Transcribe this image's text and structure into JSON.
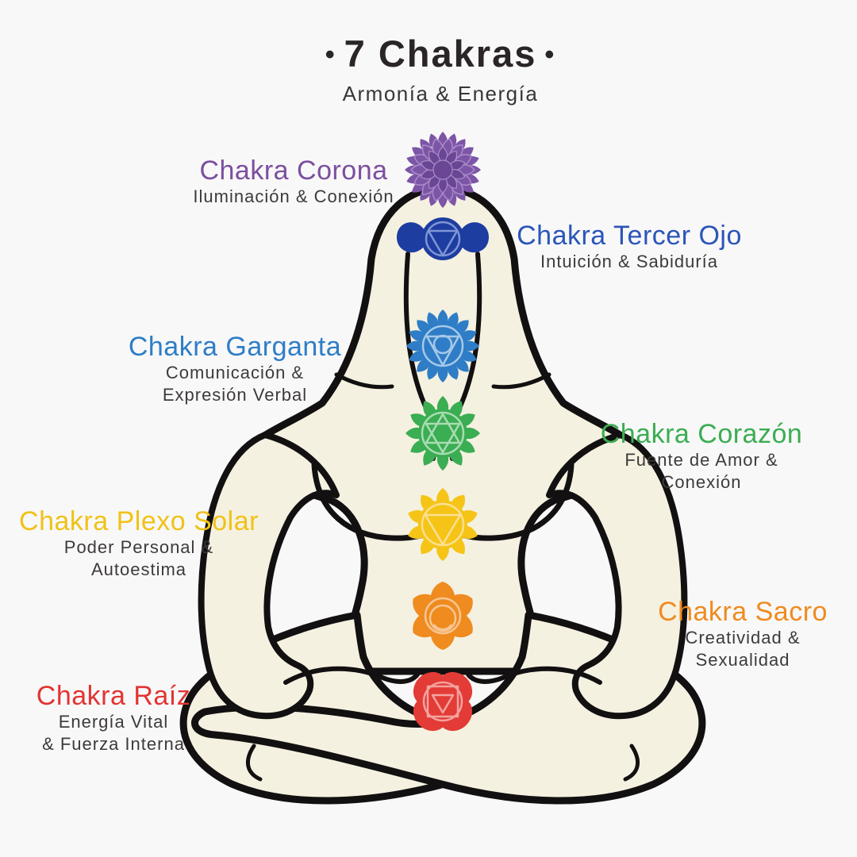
{
  "title": {
    "bullet": "•",
    "text": "7 Chakras",
    "subtitle": "Armonía & Energía",
    "color": "#2a2526"
  },
  "figure": {
    "body_fill": "#f5f1e1",
    "line_color": "#121010",
    "background": "#f8f8f8"
  },
  "chakras": [
    {
      "id": "corona",
      "name": "Chakra Corona",
      "desc_lines": [
        "Iluminación & Conexión"
      ],
      "label_color": "#7b4fa0",
      "symbol": "crown-mandala",
      "symbol_color": "#7d55a6"
    },
    {
      "id": "tercer-ojo",
      "name": "Chakra Tercer Ojo",
      "desc_lines": [
        "Intuición & Sabiduría"
      ],
      "label_color": "#2b55b9",
      "symbol": "third-eye",
      "symbol_color": "#1d3da0"
    },
    {
      "id": "garganta",
      "name": "Chakra Garganta",
      "desc_lines": [
        "Comunicación &",
        "Expresión Verbal"
      ],
      "label_color": "#2e7dc6",
      "symbol": "throat-lotus",
      "symbol_color": "#2e7dc6"
    },
    {
      "id": "corazon",
      "name": "Chakra Corazón",
      "desc_lines": [
        "Fuente de Amor &",
        "Conexión"
      ],
      "label_color": "#3bad53",
      "symbol": "heart-star-lotus",
      "symbol_color": "#3bad53"
    },
    {
      "id": "plexo-solar",
      "name": "Chakra Plexo Solar",
      "desc_lines": [
        "Poder Personal &",
        "Autoestima"
      ],
      "label_color": "#f0c217",
      "symbol": "solar-lotus",
      "symbol_color": "#f5c417"
    },
    {
      "id": "sacro",
      "name": "Chakra Sacro",
      "desc_lines": [
        "Creatividad &",
        "Sexualidad"
      ],
      "label_color": "#ef8b1f",
      "symbol": "sacral-flower",
      "symbol_color": "#ef8b1f"
    },
    {
      "id": "raiz",
      "name": "Chakra Raíz",
      "desc_lines": [
        "Energía Vital",
        "& Fuerza Interna"
      ],
      "label_color": "#e23432",
      "symbol": "root-flower",
      "symbol_color": "#e33b36"
    }
  ]
}
